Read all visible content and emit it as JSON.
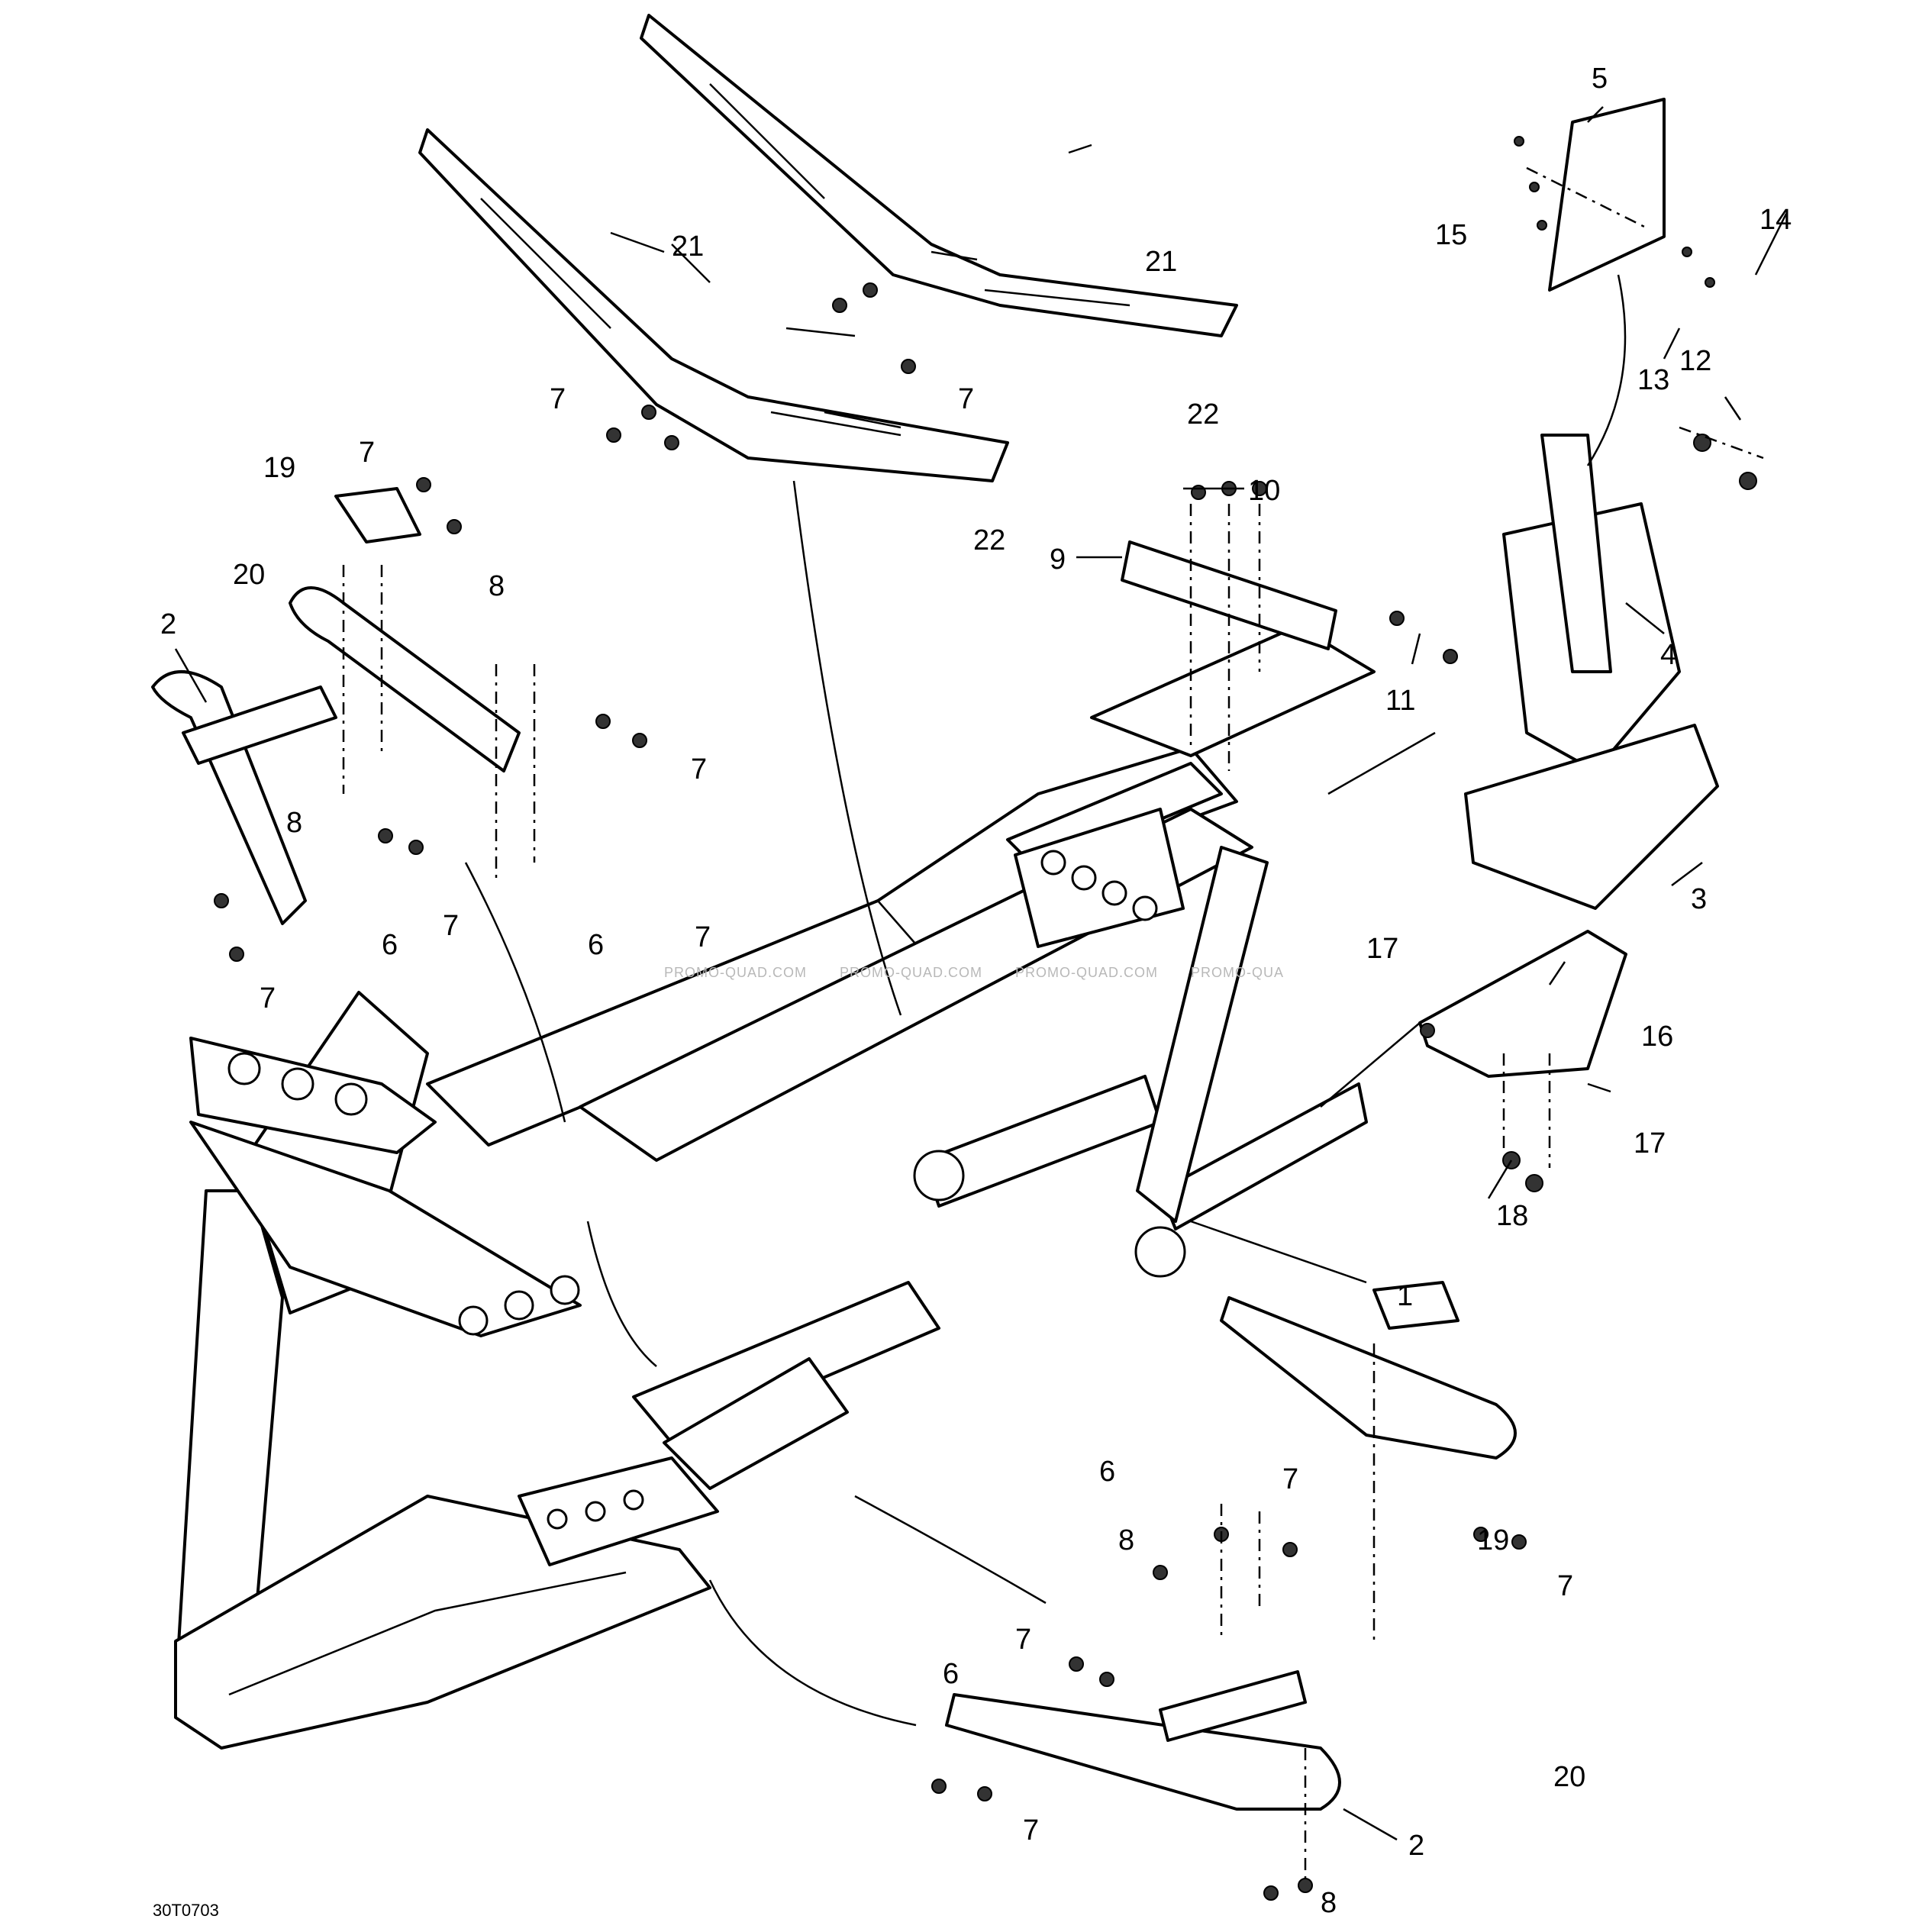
{
  "diagram": {
    "reference_code": "30T0703",
    "watermark_text": [
      "PROMO-QUAD.COM",
      "PROMO-QUAD.COM",
      "PROMO-QUAD.COM",
      "PROMO-QUA"
    ],
    "callouts": [
      {
        "id": "c1",
        "label": "1"
      },
      {
        "id": "c2a",
        "label": "2"
      },
      {
        "id": "c2b",
        "label": "2"
      },
      {
        "id": "c3",
        "label": "3"
      },
      {
        "id": "c4",
        "label": "4"
      },
      {
        "id": "c5",
        "label": "5"
      },
      {
        "id": "c6a",
        "label": "6"
      },
      {
        "id": "c6b",
        "label": "6"
      },
      {
        "id": "c6c",
        "label": "6"
      },
      {
        "id": "c6d",
        "label": "6"
      },
      {
        "id": "c7a",
        "label": "7"
      },
      {
        "id": "c7b",
        "label": "7"
      },
      {
        "id": "c7c",
        "label": "7"
      },
      {
        "id": "c7d",
        "label": "7"
      },
      {
        "id": "c7e",
        "label": "7"
      },
      {
        "id": "c7f",
        "label": "7"
      },
      {
        "id": "c7g",
        "label": "7"
      },
      {
        "id": "c7h",
        "label": "7"
      },
      {
        "id": "c7i",
        "label": "7"
      },
      {
        "id": "c7j",
        "label": "7"
      },
      {
        "id": "c7k",
        "label": "7"
      },
      {
        "id": "c8a",
        "label": "8"
      },
      {
        "id": "c8b",
        "label": "8"
      },
      {
        "id": "c8c",
        "label": "8"
      },
      {
        "id": "c8d",
        "label": "8"
      },
      {
        "id": "c9",
        "label": "9"
      },
      {
        "id": "c10",
        "label": "10"
      },
      {
        "id": "c11",
        "label": "11"
      },
      {
        "id": "c12",
        "label": "12"
      },
      {
        "id": "c13",
        "label": "13"
      },
      {
        "id": "c14",
        "label": "14"
      },
      {
        "id": "c15",
        "label": "15"
      },
      {
        "id": "c16",
        "label": "16"
      },
      {
        "id": "c17a",
        "label": "17"
      },
      {
        "id": "c17b",
        "label": "17"
      },
      {
        "id": "c18",
        "label": "18"
      },
      {
        "id": "c19a",
        "label": "19"
      },
      {
        "id": "c19b",
        "label": "19"
      },
      {
        "id": "c20a",
        "label": "20"
      },
      {
        "id": "c20b",
        "label": "20"
      },
      {
        "id": "c21a",
        "label": "21"
      },
      {
        "id": "c21b",
        "label": "21"
      },
      {
        "id": "c22a",
        "label": "22"
      },
      {
        "id": "c22b",
        "label": "22"
      }
    ]
  }
}
